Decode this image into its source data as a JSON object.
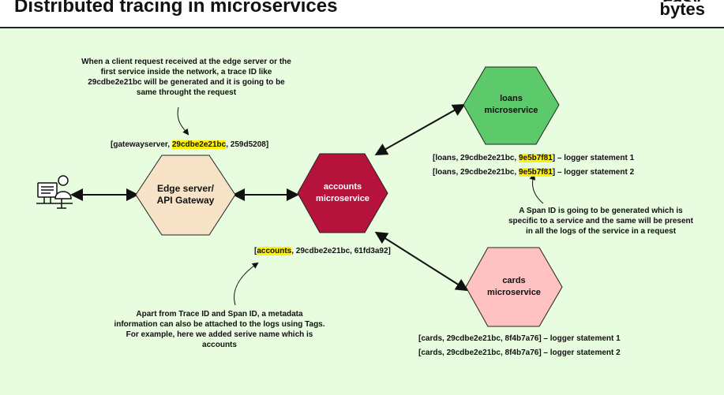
{
  "header": {
    "title": "Distributed tracing in microservices",
    "logo_line1": "easy",
    "logo_line2": "bytes"
  },
  "nodes": {
    "edge": {
      "line1": "Edge server/",
      "line2": "API Gateway",
      "fill": "#f7e4c8"
    },
    "accounts": {
      "line1": "accounts",
      "line2": "microservice",
      "fill": "#b5123c"
    },
    "loans": {
      "line1": "loans",
      "line2": "microservice",
      "fill": "#5cc96a"
    },
    "cards": {
      "line1": "cards",
      "line2": "microservice",
      "fill": "#ffc2c2"
    }
  },
  "notes": {
    "trace": [
      "When a client request received at the edge server or the",
      "first service inside the network, a trace ID like",
      "29cdbe2e21bc will be generated and it is going to be",
      "same throught the request"
    ],
    "span": [
      "A Span ID is going to be generated which is",
      "specific to a service and the same will be present",
      "in all the logs of the service in a request"
    ],
    "tags": [
      "Apart from Trace ID and Span ID, a metadata",
      "information can also be attached to the logs using Tags.",
      "For example, here we added serive name which is",
      "accounts"
    ]
  },
  "logs": {
    "gateway": {
      "pre": "[gatewayserver, ",
      "hl": "29cdbe2e21bc",
      "post": ", 259d5208]"
    },
    "accounts": {
      "pre": "[",
      "hl": "accounts",
      "post": ", 29cdbe2e21bc, 61fd3a92]"
    },
    "loans1": {
      "pre": "[loans, 29cdbe2e21bc, ",
      "hl": "9e5b7f81",
      "post": "] – logger statement 1"
    },
    "loans2": {
      "pre": "[loans, 29cdbe2e21bc, ",
      "hl": "9e5b7f81",
      "post": "] – logger statement 2"
    },
    "cards1": "[cards, 29cdbe2e21bc, 8f4b7a76] – logger statement 1",
    "cards2": "[cards, 29cdbe2e21bc, 8f4b7a76] – logger statement 2"
  },
  "colors": {
    "background": "#e8fce0",
    "highlight": "#fff200"
  },
  "icons": {
    "client": "user-at-computer-icon"
  }
}
